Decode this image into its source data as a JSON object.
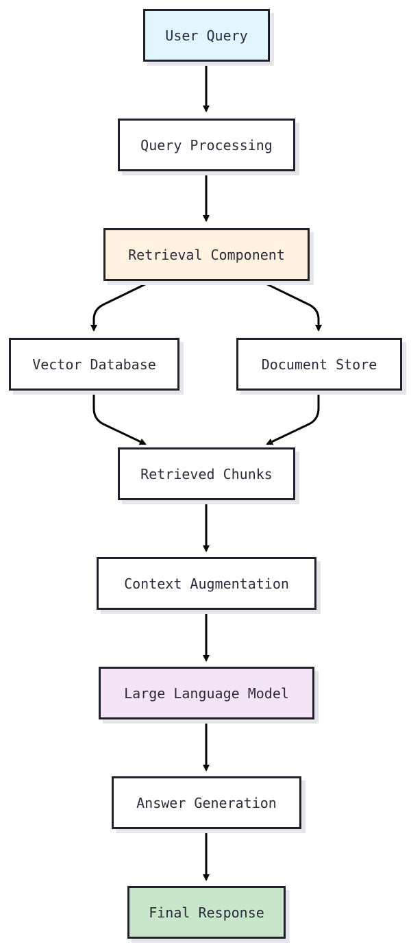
{
  "nodes": {
    "user_query": {
      "label": "User Query",
      "fill": "#e1f5fe"
    },
    "query_processing": {
      "label": "Query Processing",
      "fill": "#ffffff"
    },
    "retrieval_component": {
      "label": "Retrieval Component",
      "fill": "#fff3e0"
    },
    "vector_database": {
      "label": "Vector Database",
      "fill": "#ffffff"
    },
    "document_store": {
      "label": "Document Store",
      "fill": "#ffffff"
    },
    "retrieved_chunks": {
      "label": "Retrieved Chunks",
      "fill": "#ffffff"
    },
    "context_augmentation": {
      "label": "Context Augmentation",
      "fill": "#ffffff"
    },
    "large_language_model": {
      "label": "Large Language Model",
      "fill": "#f3e5f5"
    },
    "answer_generation": {
      "label": "Answer Generation",
      "fill": "#ffffff"
    },
    "final_response": {
      "label": "Final Response",
      "fill": "#c8e6c9"
    }
  },
  "edges": [
    {
      "from": "user_query",
      "to": "query_processing"
    },
    {
      "from": "query_processing",
      "to": "retrieval_component"
    },
    {
      "from": "retrieval_component",
      "to": "vector_database"
    },
    {
      "from": "retrieval_component",
      "to": "document_store"
    },
    {
      "from": "vector_database",
      "to": "retrieved_chunks"
    },
    {
      "from": "document_store",
      "to": "retrieved_chunks"
    },
    {
      "from": "retrieved_chunks",
      "to": "context_augmentation"
    },
    {
      "from": "context_augmentation",
      "to": "large_language_model"
    },
    {
      "from": "large_language_model",
      "to": "answer_generation"
    },
    {
      "from": "answer_generation",
      "to": "final_response"
    }
  ]
}
